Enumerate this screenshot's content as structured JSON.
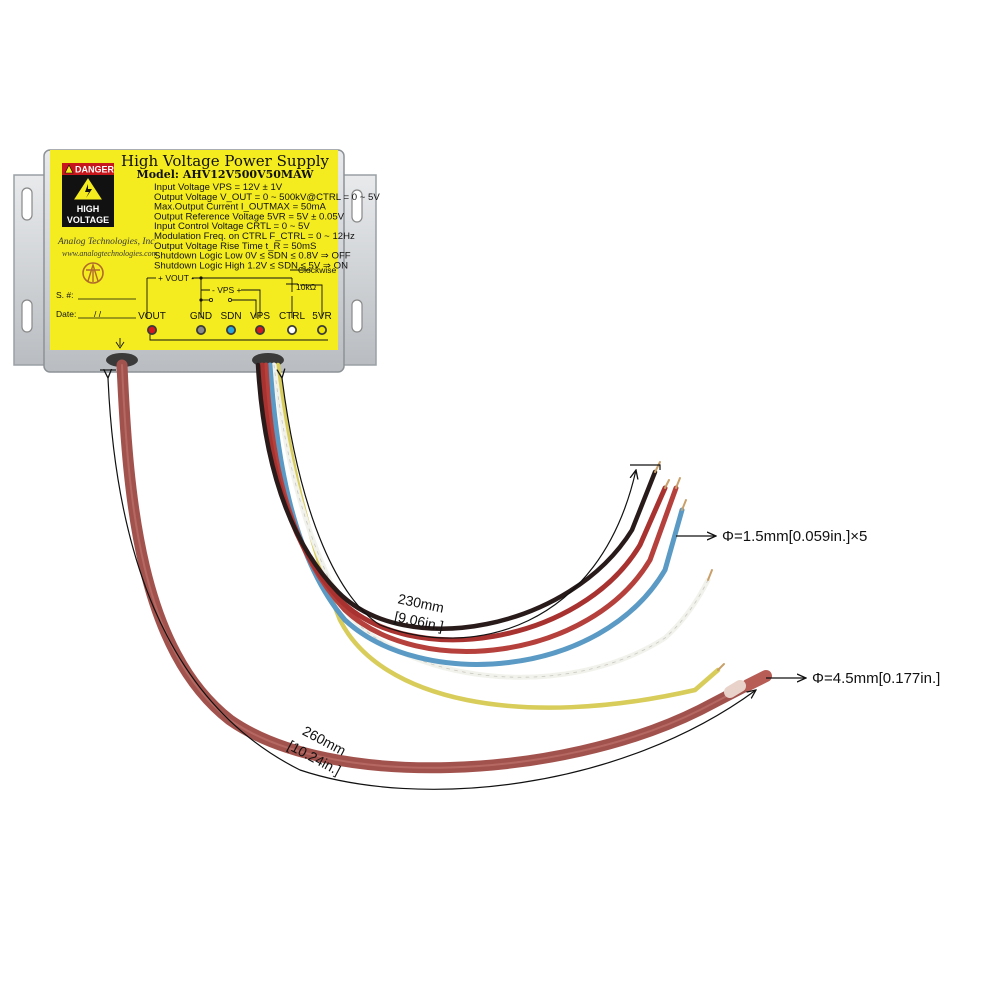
{
  "label": {
    "title": "High Voltage Power Supply",
    "model": "Model: AHV12V500V50MAW",
    "specs": [
      "Input Voltage VPS = 12V ± 1V",
      "Output Voltage V_OUT = 0 ~ 500kV@CTRL = 0 ~ 5V",
      "Max.Output Current I_OUTMAX = 50mA",
      "Output Reference Voltage 5VR = 5V ± 0.05V",
      "Input Control Voltage CRTL = 0 ~ 5V",
      "Modulation Freq. on CTRL F_CTRL = 0 ~ 12Hz",
      "Output Voltage Rise Time t_R = 50mS",
      "Shutdown Logic Low 0V ≤ SDN ≤ 0.8V ⇒ OFF",
      "Shutdown Logic High 1.2V ≤ SDN ≤ 5V ⇒ ON"
    ],
    "danger": "DANGER",
    "high_voltage": [
      "HIGH",
      "VOLTAGE"
    ],
    "company": "Analog Technologies, Inc.",
    "website": "www.analogtechnologies.com",
    "serial_label": "S. #:",
    "date_label": "Date:",
    "date_slashes": "/     /",
    "vout_bracket": "+ VOUT -",
    "vps_bracket": "- VPS +",
    "clockwise": "Clockwise",
    "pot_value": "10kΩ",
    "pins": [
      {
        "name": "VOUT",
        "color": "#d41a1a"
      },
      {
        "name": "GND",
        "color": "#8a8a8a"
      },
      {
        "name": "SDN",
        "color": "#2aa7d8"
      },
      {
        "name": "VPS",
        "color": "#d41a1a"
      },
      {
        "name": "CTRL",
        "color": "#ffffff"
      },
      {
        "name": "5VR",
        "color": "#f2e600"
      }
    ]
  },
  "dimensions": {
    "thin_length": [
      "230mm",
      "[9.06in.]"
    ],
    "thick_length": [
      "260mm",
      "[10.24in.]"
    ],
    "thin_diameter": "Φ=1.5mm[0.059in.]×5",
    "thick_diameter": "Φ=4.5mm[0.177in.]"
  },
  "colors": {
    "label_yellow": "#f4ec1f",
    "enclosure": "#d9dcdf",
    "thick_cable": "#a2524d",
    "wire_black": "#2a1b1b",
    "wire_red": "#b5403c",
    "wire_blue": "#5a9ac4",
    "wire_white": "#f5f5f0",
    "wire_yellow": "#d8cc5a"
  }
}
